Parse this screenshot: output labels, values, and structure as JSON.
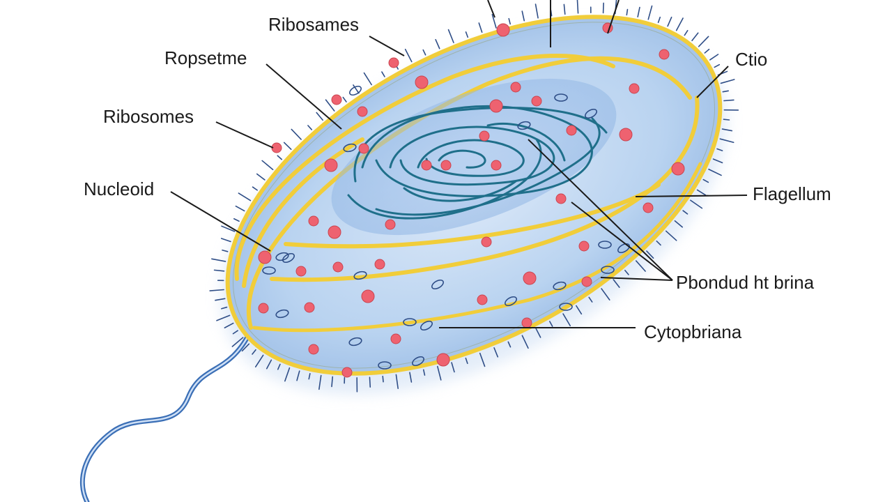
{
  "labels": {
    "ribosomes_top": "Ribosames",
    "ropsetme": "Ropsetme",
    "ribosomes_left": "Ribosomes",
    "nucleoid": "Nucleoid",
    "ctio": "Ctio",
    "flagellum": "Flagellum",
    "pbondud": "Pbondud ht brina",
    "cytopbriana": "Cytopbriana"
  },
  "colors": {
    "cytoplasm": "#b9d3f0",
    "membrane": "#f1cd3a",
    "ribosome": "#ee6270",
    "nucleoid": "#1f6f8a",
    "pili": "#2e4d86",
    "flagellum": "#3b6fb6"
  }
}
